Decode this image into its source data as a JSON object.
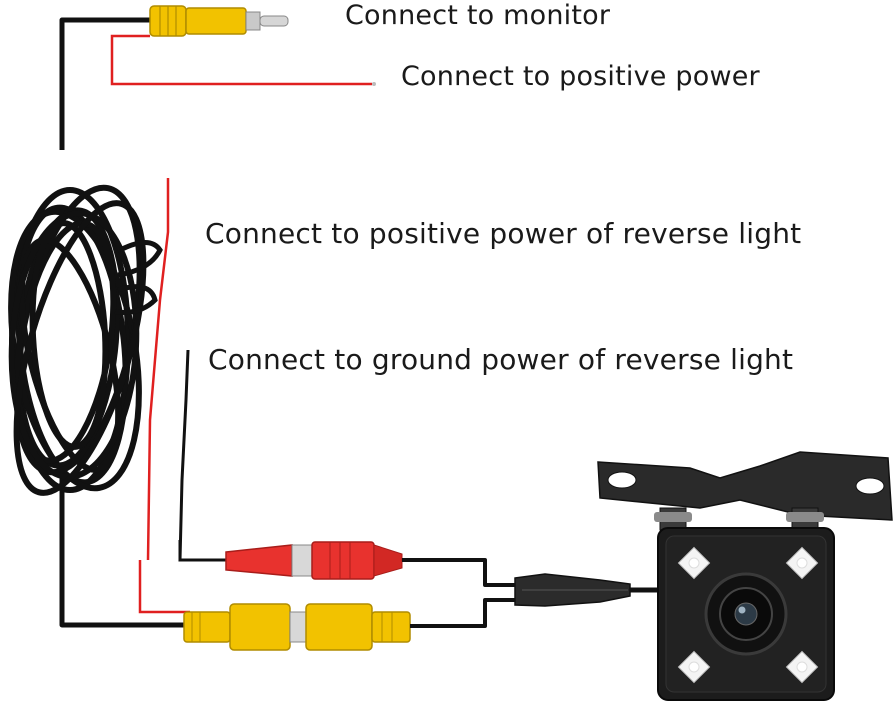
{
  "labels": {
    "monitor": "Connect to monitor",
    "positive_power": "Connect to  positive power",
    "reverse_positive": "Connect to positive power of reverse light",
    "reverse_ground": "Connect to ground power of reverse light"
  },
  "colors": {
    "cable_black": "#111111",
    "wire_red": "#e02020",
    "rca_yellow": "#f2c200",
    "rca_red": "#e8322e",
    "camera_body": "#1c1c1c",
    "led_white": "#f4f4f4",
    "bracket_gray": "#2a2a2a",
    "text": "#1a1a1a"
  },
  "icons": {
    "camera": "rear-view-camera-icon",
    "coiled_cable": "coiled-cable-icon",
    "rca_plug": "rca-plug-icon",
    "led": "led-icon"
  }
}
